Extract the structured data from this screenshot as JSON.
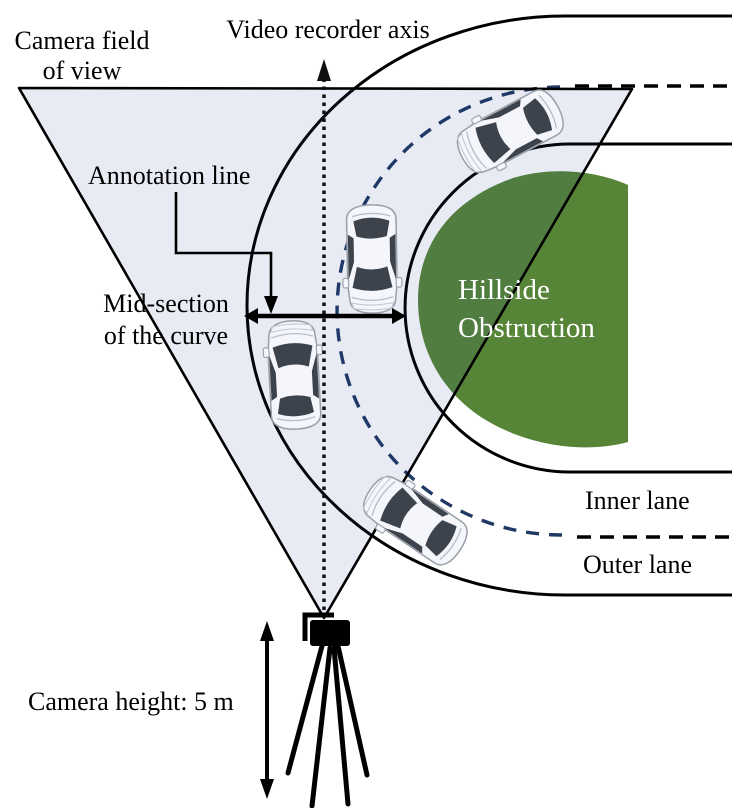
{
  "labels": {
    "camera_fov_line1": "Camera field",
    "camera_fov_line2": "of view",
    "video_axis": "Video recorder axis",
    "annotation_line": "Annotation line",
    "mid_section_line1": "Mid-section",
    "mid_section_line2": "of the curve",
    "hillside_line1": "Hillside",
    "hillside_line2": "Obstruction",
    "inner_lane": "Inner lane",
    "outer_lane": "Outer lane",
    "camera_height": "Camera height: 5 m"
  },
  "colors": {
    "fov_fill": "rgba(25,60,140,0.10)",
    "hillside_green": "#578538",
    "center_line_curve_navy": "#1F3864",
    "road_line": "#000000",
    "hillside_text": "#ffffff",
    "car_window": "#3d434c",
    "car_body": "#f4f6fb"
  }
}
